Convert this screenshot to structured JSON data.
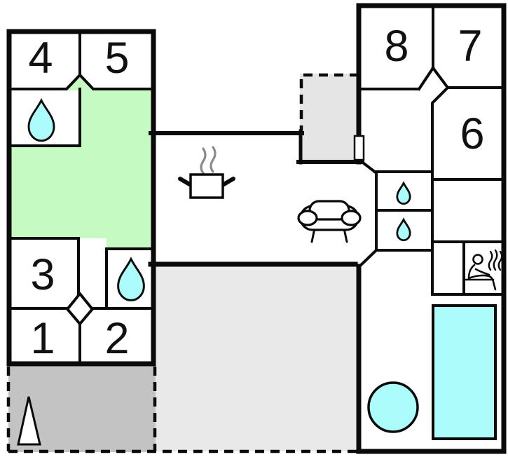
{
  "plan": {
    "type": "holiday-home-floor-plan",
    "rooms": [
      {
        "number": "1"
      },
      {
        "number": "2"
      },
      {
        "number": "3"
      },
      {
        "number": "4"
      },
      {
        "number": "5"
      },
      {
        "number": "6"
      },
      {
        "number": "7"
      },
      {
        "number": "8"
      }
    ],
    "icons": [
      {
        "name": "water-drop-icon",
        "count": 4
      },
      {
        "name": "cooking-pot-icon",
        "count": 1
      },
      {
        "name": "steam-icon",
        "count": 2
      },
      {
        "name": "sofa-icon",
        "count": 1
      },
      {
        "name": "sauna-person-icon",
        "count": 1
      },
      {
        "name": "swimming-pool",
        "count": 1
      },
      {
        "name": "hot-tub-circle",
        "count": 1
      },
      {
        "name": "flag-triangle-icon",
        "count": 1
      },
      {
        "name": "entrance-door",
        "count": 1
      }
    ]
  },
  "colors": {
    "wall": "#0a0a0a",
    "green_room": "#c5fbc3",
    "water": "#adfcfc",
    "terrace_light": "#e9e9e9",
    "terrace_dark": "#c3c3c3",
    "porch": "#e5e5e5",
    "steam": "#8a8a8a",
    "white": "#ffffff"
  }
}
